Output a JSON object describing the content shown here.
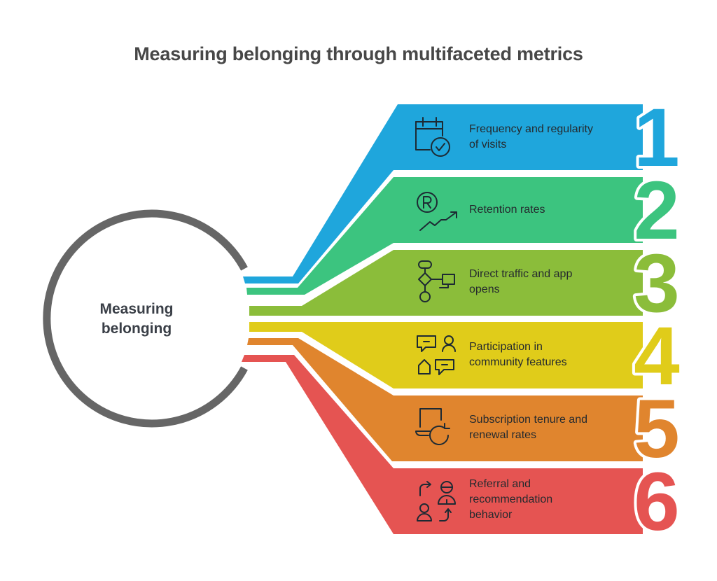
{
  "title": "Measuring belonging through multifaceted metrics",
  "center": {
    "line1": "Measuring",
    "line2": "belonging",
    "ring_color": "#666666"
  },
  "items": [
    {
      "number": "1",
      "line1": "Frequency and regularity",
      "line2": "of visits",
      "line3": "",
      "icon": "calendar-check-icon",
      "color": "#1fa6dc"
    },
    {
      "number": "2",
      "line1": "Retention rates",
      "line2": "",
      "line3": "",
      "icon": "registered-trend-up-icon",
      "color": "#3cc47f"
    },
    {
      "number": "3",
      "line1": "Direct traffic and app",
      "line2": "opens",
      "line3": "",
      "icon": "flowchart-icon",
      "color": "#8bbd3a"
    },
    {
      "number": "4",
      "line1": "Participation in",
      "line2": "community features",
      "line3": "",
      "icon": "community-chat-icon",
      "color": "#e0cc1a"
    },
    {
      "number": "5",
      "line1": "Subscription tenure and",
      "line2": "renewal rates",
      "line3": "",
      "icon": "laptop-renew-icon",
      "color": "#e0852e"
    },
    {
      "number": "6",
      "line1": "Referral and",
      "line2": "recommendation",
      "line3": "behavior",
      "icon": "referral-people-icon",
      "color": "#e55452"
    }
  ]
}
